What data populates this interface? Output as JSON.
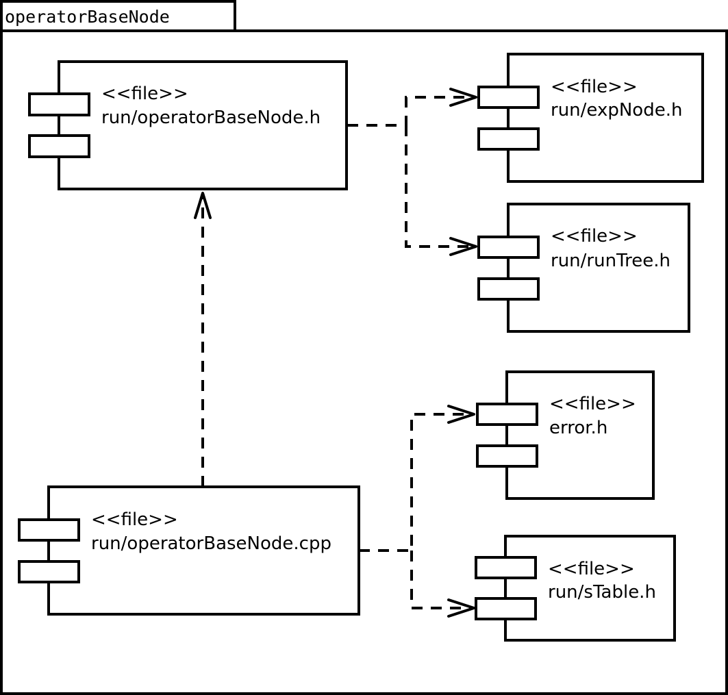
{
  "package": {
    "name": "operatorBaseNode"
  },
  "components": {
    "operatorBaseNode_h": {
      "stereotype": "<<file>>",
      "name": "run/operatorBaseNode.h"
    },
    "expNode_h": {
      "stereotype": "<<file>>",
      "name": "run/expNode.h"
    },
    "runTree_h": {
      "stereotype": "<<file>>",
      "name": "run/runTree.h"
    },
    "error_h": {
      "stereotype": "<<file>>",
      "name": "error.h"
    },
    "sTable_h": {
      "stereotype": "<<file>>",
      "name": "run/sTable.h"
    },
    "operatorBaseNode_cpp": {
      "stereotype": "<<file>>",
      "name": "run/operatorBaseNode.cpp"
    }
  },
  "dependencies": [
    {
      "from": "run/operatorBaseNode.h",
      "to": "run/expNode.h"
    },
    {
      "from": "run/operatorBaseNode.h",
      "to": "run/runTree.h"
    },
    {
      "from": "run/operatorBaseNode.cpp",
      "to": "run/operatorBaseNode.h"
    },
    {
      "from": "run/operatorBaseNode.cpp",
      "to": "error.h"
    },
    {
      "from": "run/operatorBaseNode.cpp",
      "to": "run/sTable.h"
    }
  ]
}
